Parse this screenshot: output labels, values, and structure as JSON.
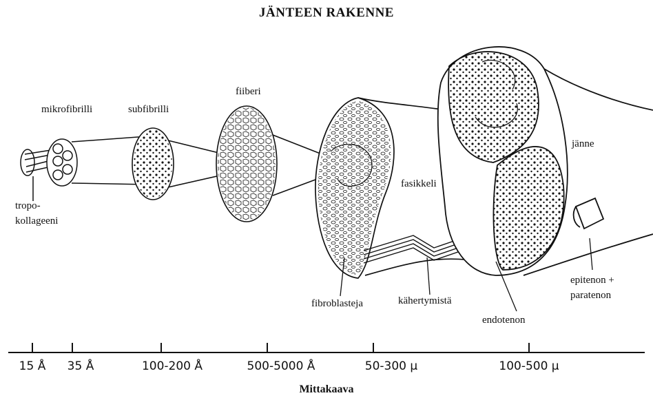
{
  "title": "JÄNTEEN RAKENNE",
  "labels": {
    "tropo_1": "tropo-",
    "tropo_2": "kollageeni",
    "mikrofibrilli": "mikrofibrilli",
    "subfibrilli": "subfibrilli",
    "fiiberi": "fiiberi",
    "fasikkeli": "fasikkeli",
    "janne": "jänne",
    "fibroblasteja": "fibroblasteja",
    "kahertymista": "kähertymistä",
    "endotenon": "endotenon",
    "epitenon_1": "epitenon +",
    "epitenon_2": "paratenon"
  },
  "scale": {
    "title": "Mittakaava",
    "ticks": [
      "15 Å",
      "35 Å",
      "100-200 Å",
      "500-5000 Å",
      "50-300 µ",
      "100-500 µ"
    ]
  }
}
